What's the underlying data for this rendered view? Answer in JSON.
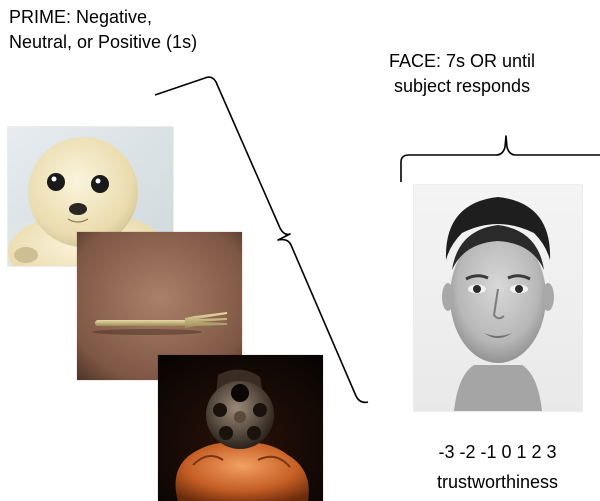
{
  "prime_label": {
    "line1": "PRIME: Negative,",
    "line2": "Neutral, or Positive (1s)"
  },
  "face_label": {
    "line1": "FACE: 7s OR until",
    "line2": "subject responds"
  },
  "rating": {
    "scale": "-3 -2 -1 0 1 2 3",
    "dimension": "trustworthiness"
  },
  "images": [
    {
      "depicts": "seal pup",
      "valence": "positive"
    },
    {
      "depicts": "fork",
      "valence": "neutral"
    },
    {
      "depicts": "revolver pointed at viewer",
      "valence": "negative"
    },
    {
      "depicts": "face"
    }
  ]
}
